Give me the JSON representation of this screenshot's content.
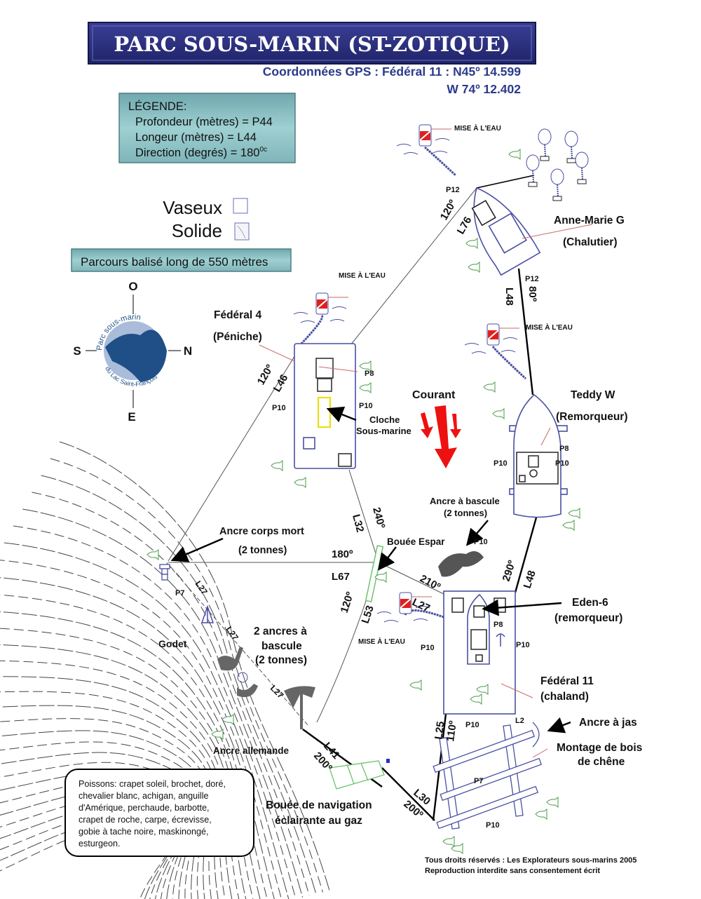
{
  "header": {
    "title": "PARC SOUS-MARIN (ST-ZOTIQUE)",
    "gps_line1": "Coordonnées GPS : Fédéral 11 : N45º 14.599",
    "gps_line2": "W 74º 12.402"
  },
  "legend": {
    "heading": "LÉGENDE:",
    "depth": "Profondeur (mètres) = P44",
    "length": "Longeur (mètres) = L44",
    "direction": "Direction (degrés) = 180",
    "direction_sup": "0c"
  },
  "substrate": {
    "muddy": "Vaseux",
    "solid": "Solide"
  },
  "course_note": "Parcours balisé long de 550 mètres",
  "compass": {
    "north": "N",
    "south": "S",
    "east": "E",
    "west": "O"
  },
  "logo": {
    "top_text": "Parc sous-marin",
    "bottom_text": "du Lac Saint-François",
    "color": "#1f4f86"
  },
  "labels": {
    "mise_a_leau": "MISE À L'EAU",
    "anne_marie": "Anne-Marie G",
    "chalutier": "(Chalutier)",
    "federal4": "Fédéral 4",
    "peniche": "(Péniche)",
    "cloche1": "Cloche",
    "cloche2": "Sous-marine",
    "courant": "Courant",
    "teddy": "Teddy W",
    "remorqueur_cap": "(Remorqueur)",
    "ancre_bascule": "Ancre à bascule",
    "deux_tonnes": "(2 tonnes)",
    "ancre_corps_mort": "Ancre corps mort",
    "bouee_espar": "Bouée Espar",
    "eden": "Eden-6",
    "remorqueur": "(remorqueur)",
    "godet": "Godet",
    "deux_ancres1": "2 ancres à",
    "deux_ancres2": "bascule",
    "federal11": "Fédéral 11",
    "chaland": "(chaland)",
    "ancre_jas": "Ancre à jas",
    "montage1": "Montage de bois",
    "montage2": "de chêne",
    "ancre_allemande": "Ancre allemande",
    "bouee_nav1": "Bouée de navigation",
    "bouee_nav2": "éclairante au gaz"
  },
  "depths": {
    "p12": "P12",
    "p10": "P10",
    "p8": "P8",
    "p7": "P7"
  },
  "segments": {
    "a120": "120º",
    "l76": "L76",
    "l48": "L48",
    "a80": "80º",
    "l46": "L46",
    "l32": "L32",
    "a240": "240º",
    "a180": "180º",
    "l67": "L67",
    "a210": "210º",
    "a290": "290º",
    "l27": "L27",
    "l53": "L53",
    "l2": "L2",
    "l25": "L25",
    "a110": "110º",
    "l41": "L41",
    "a200": "200º",
    "l30": "L30"
  },
  "fish_note": [
    "Poissons: crapet soleil, brochet, doré,",
    "chevalier blanc, achigan, anguille",
    "d'Amérique, perchaude, barbotte,",
    "crapet de roche, carpe, écrevisse,",
    "gobie à tache noire, maskinongé,",
    "esturgeon."
  ],
  "copyright": [
    "Tous droits réservés : Les Explorateurs sous-marins 2005",
    "Reproduction interdite sans consentement écrit"
  ],
  "colors": {
    "title_bg": "#2a2f7e",
    "gps_text": "#2b3a8c",
    "legend_bg": "#8fc3c6",
    "boat_stroke": "#4a4fa3",
    "buoy_red": "#e02020",
    "current_arrow": "#ee1111",
    "fish": "#4a9a4a",
    "bell": "#e8e000"
  }
}
